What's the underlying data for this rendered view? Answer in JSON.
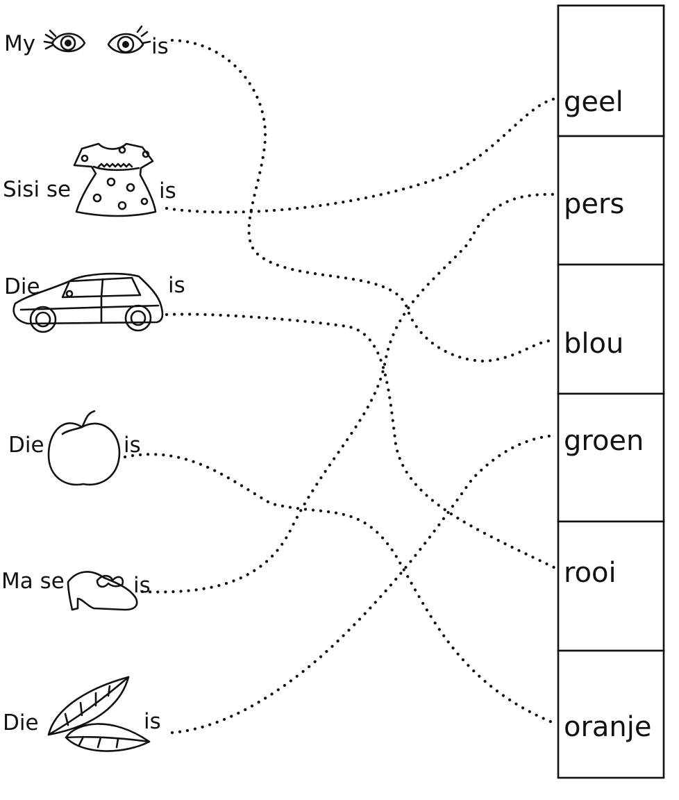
{
  "worksheet": {
    "rows": [
      {
        "prefix": "My",
        "picture": "eyes-icon",
        "suffix": "is"
      },
      {
        "prefix": "Sisi se",
        "picture": "dress-icon",
        "suffix": "is"
      },
      {
        "prefix": "Die",
        "picture": "car-icon",
        "suffix": "is"
      },
      {
        "prefix": "Die",
        "picture": "apple-icon",
        "suffix": "is"
      },
      {
        "prefix": "Ma se",
        "picture": "shoe-icon",
        "suffix": "is"
      },
      {
        "prefix": "Die",
        "picture": "leaves-icon",
        "suffix": "is"
      }
    ],
    "colours": [
      "geel",
      "pers",
      "blou",
      "groen",
      "rooi",
      "oranje"
    ],
    "matches": [
      {
        "row": 0,
        "colour": 2
      },
      {
        "row": 1,
        "colour": 0
      },
      {
        "row": 2,
        "colour": 4
      },
      {
        "row": 3,
        "colour": 5
      },
      {
        "row": 4,
        "colour": 1
      },
      {
        "row": 5,
        "colour": 3
      }
    ]
  }
}
